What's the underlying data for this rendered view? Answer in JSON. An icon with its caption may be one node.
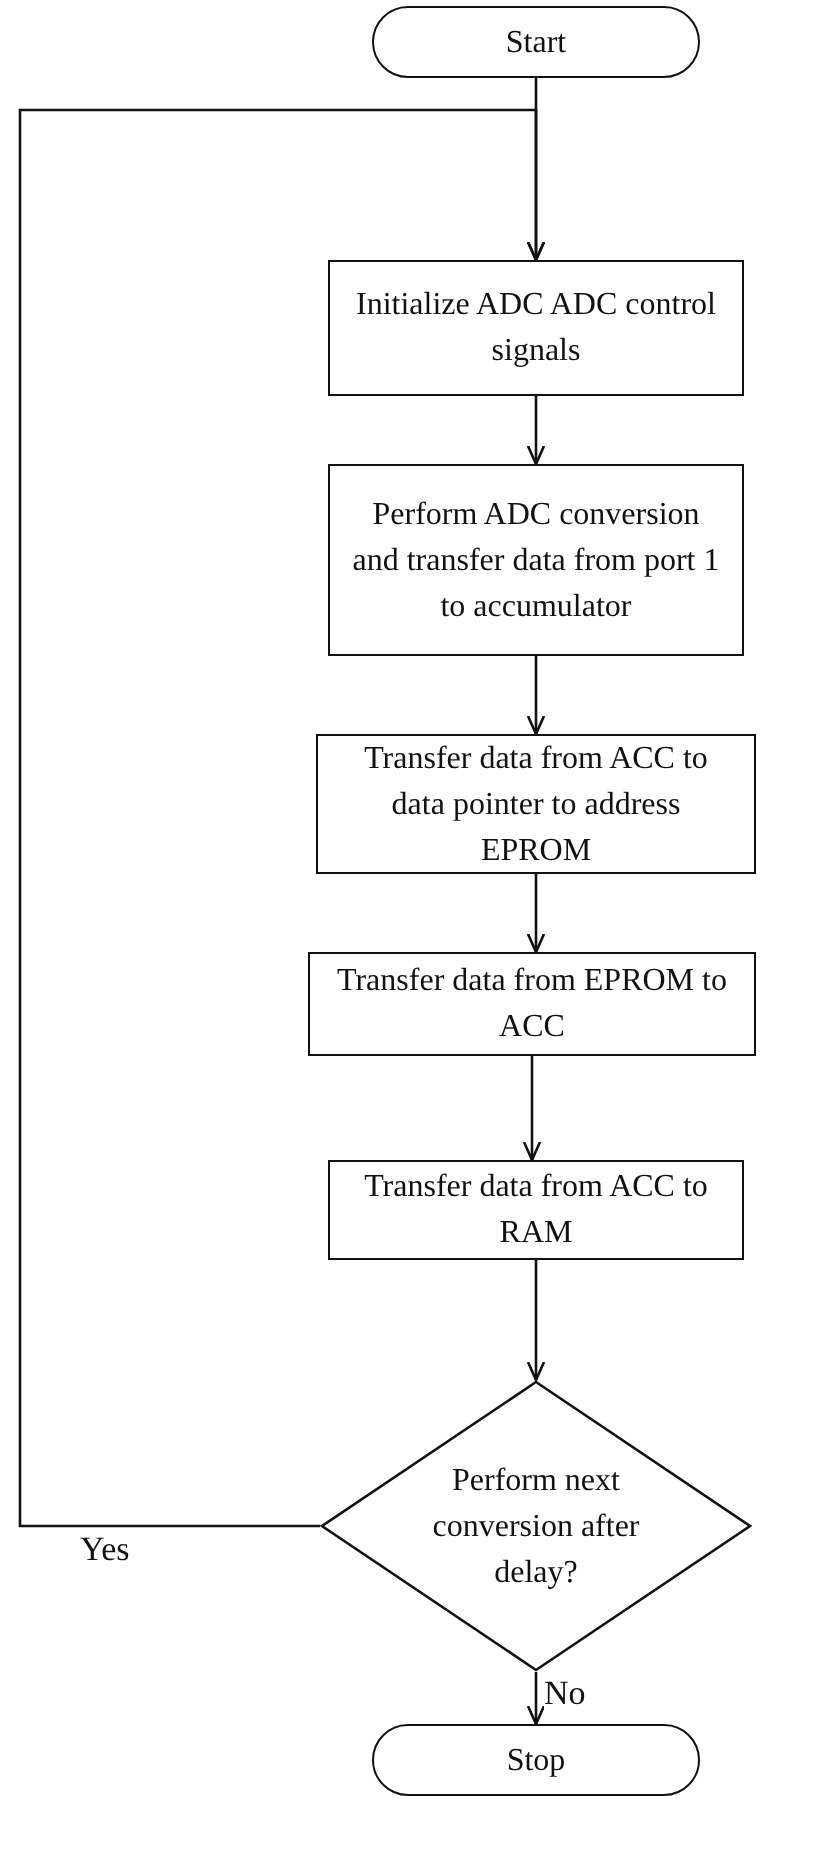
{
  "diagram": {
    "nodes": [
      {
        "text": [
          "Start"
        ]
      },
      {
        "text": [
          "Initialize ADC ADC control signals"
        ]
      },
      {
        "text": [
          "Perform ADC conversion and transfer data from port 1 to accumulator"
        ]
      },
      {
        "text": [
          "Transfer data from ACC to data pointer to address EPROM"
        ]
      },
      {
        "text": [
          "Transfer data from EPROM to ACC"
        ]
      },
      {
        "text": [
          "Transfer data from ACC to RAM"
        ]
      },
      {
        "text": [
          "Perform next conversion after delay?"
        ]
      },
      {
        "text": [
          "Stop"
        ]
      }
    ],
    "edges": [
      {
        "from": 0,
        "to": 1,
        "arrow": "to"
      },
      {
        "from": 1,
        "to": 2,
        "arrow": "to"
      },
      {
        "from": 2,
        "to": 3,
        "arrow": "to"
      },
      {
        "from": 3,
        "to": 4,
        "arrow": "to"
      },
      {
        "from": 4,
        "to": 5,
        "arrow": "to"
      },
      {
        "from": 5,
        "to": 6,
        "arrow": "to"
      },
      {
        "from": 6,
        "to": 7,
        "arrow": "to",
        "label": "No"
      },
      {
        "from": 6,
        "to": 1,
        "arrow": "to",
        "label": "Yes"
      }
    ]
  }
}
